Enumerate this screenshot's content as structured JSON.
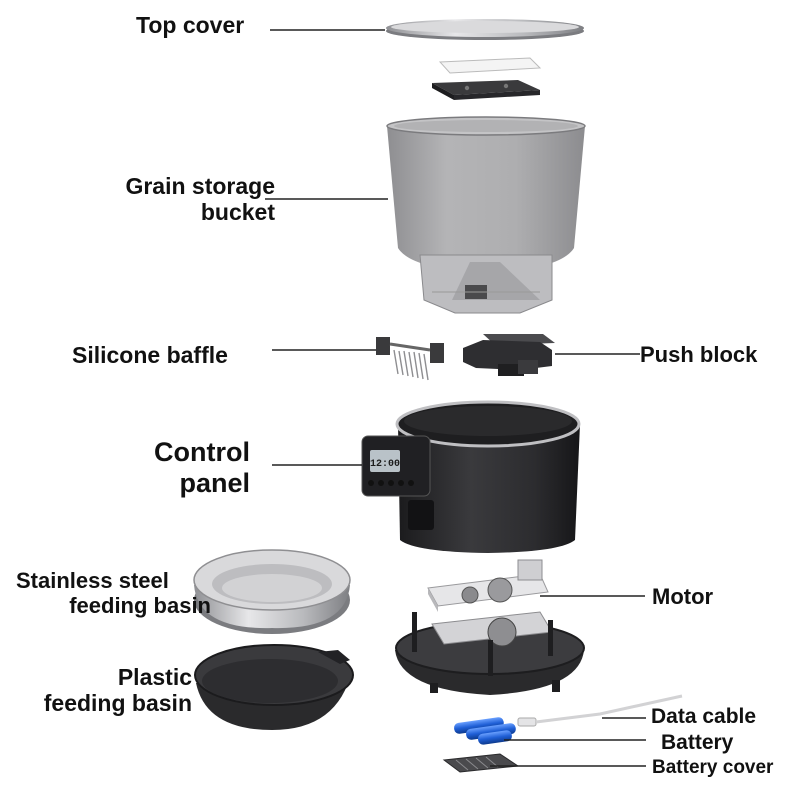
{
  "labels": {
    "top_cover": "Top cover",
    "grain_bucket": [
      "Grain storage",
      "bucket"
    ],
    "silicone_baffle": "Silicone baffle",
    "push_block": "Push block",
    "control_panel": [
      "Control",
      "panel"
    ],
    "steel_basin": [
      "Stainless steel",
      "feeding basin"
    ],
    "motor": "Motor",
    "plastic_basin": [
      "Plastic",
      "feeding basin"
    ],
    "data_cable": "Data cable",
    "battery": "Battery",
    "battery_cover": "Battery cover"
  },
  "display": {
    "time": "12:00"
  },
  "colors": {
    "label_text": "#111111",
    "leader_line": "#222222",
    "body_black": "#2b2b2d",
    "bucket_grey": "#a9a9ab",
    "steel": "#c9c9cb",
    "battery_blue": "#1f5fd6"
  }
}
